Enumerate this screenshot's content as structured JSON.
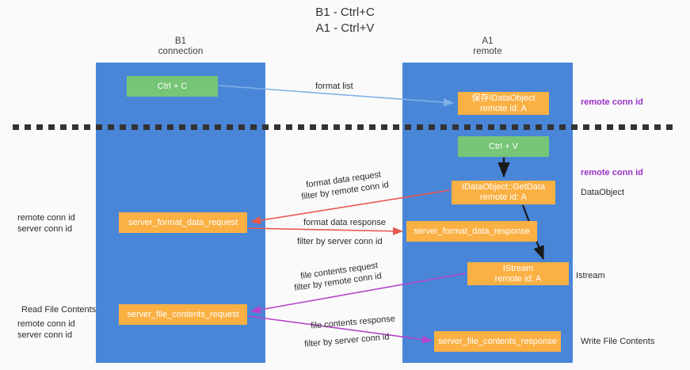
{
  "title": {
    "line1": "B1 - Ctrl+C",
    "line2": "A1 - Ctrl+V"
  },
  "lanes": [
    {
      "id": "b1",
      "name": "B1",
      "role": "connection",
      "color": "#4a86d8"
    },
    {
      "id": "a1",
      "name": "A1",
      "role": "remote",
      "color": "#4a86d8"
    }
  ],
  "colors": {
    "lane": "#4a86d8",
    "green_node": "#77c577",
    "orange_node": "#fbb043",
    "purple_text": "#9b30c8",
    "green_text": "#5aaa5a",
    "arrow_blue": "#7fb2e5",
    "arrow_red": "#e8584f",
    "arrow_purple": "#b545c9",
    "arrow_black": "#1a1a1a",
    "background": "#fafafa"
  },
  "nodes": {
    "ctrl_c": {
      "label": "Ctrl + C",
      "kind": "green"
    },
    "save_idataobject": {
      "line1": "保存IDataObject",
      "line2": "remote id: A",
      "kind": "orange"
    },
    "ctrl_v": {
      "label": "Ctrl + V",
      "kind": "green"
    },
    "getdata": {
      "line1": "IDataObject::GetData",
      "line2": "remote id: A",
      "kind": "orange"
    },
    "server_format_data_request": {
      "label": "server_format_data_request",
      "kind": "orange"
    },
    "server_format_data_response": {
      "label": "server_format_data_response",
      "kind": "orange"
    },
    "istream": {
      "line1": "IStream",
      "line2": "remote id: A",
      "kind": "orange"
    },
    "server_file_contents_request": {
      "label": "server_file_contents_request",
      "kind": "orange"
    },
    "server_file_contents_response": {
      "label": "server_file_contents_response",
      "kind": "orange"
    }
  },
  "channel_labels": {
    "format_list": "format list",
    "format_data_request": "format data request",
    "filter_by_prefix": "filter by ",
    "remote_conn_id": "remote conn id",
    "format_data_response": "format data response",
    "server_conn_id": "server conn id",
    "file_contents_request": "file contents request",
    "file_contents_response": "file contents response"
  },
  "side_labels": {
    "right_remote_conn_id_top": "remote conn id",
    "right_remote_conn_id_mid": "remote conn id",
    "right_dataobject": "DataObject",
    "right_istream": "Istream",
    "right_write_file_contents": "Write File Contents",
    "left_remote_conn_id": "remote conn id",
    "left_server_conn_id": "server conn id",
    "left_read_file_contents": "Read File Contents",
    "left_remote_conn_id_2": "remote conn id",
    "left_server_conn_id_2": "server conn id"
  }
}
